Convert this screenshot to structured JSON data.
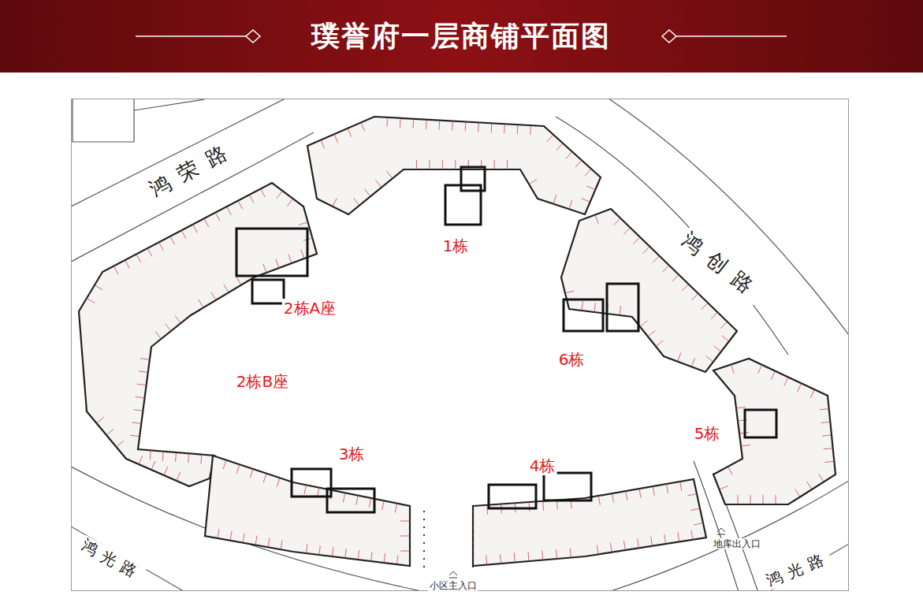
{
  "diagram": {
    "title": "璞誉府一层商铺平面图",
    "labels": [
      "鸿荣路",
      "鸿创路",
      "1栋",
      "2栋A座",
      "2栋B座",
      "6栋",
      "5栋",
      "3栋",
      "4栋",
      "鸿光路",
      "鸿光路",
      "小区主入口",
      "地库出入口"
    ]
  }
}
